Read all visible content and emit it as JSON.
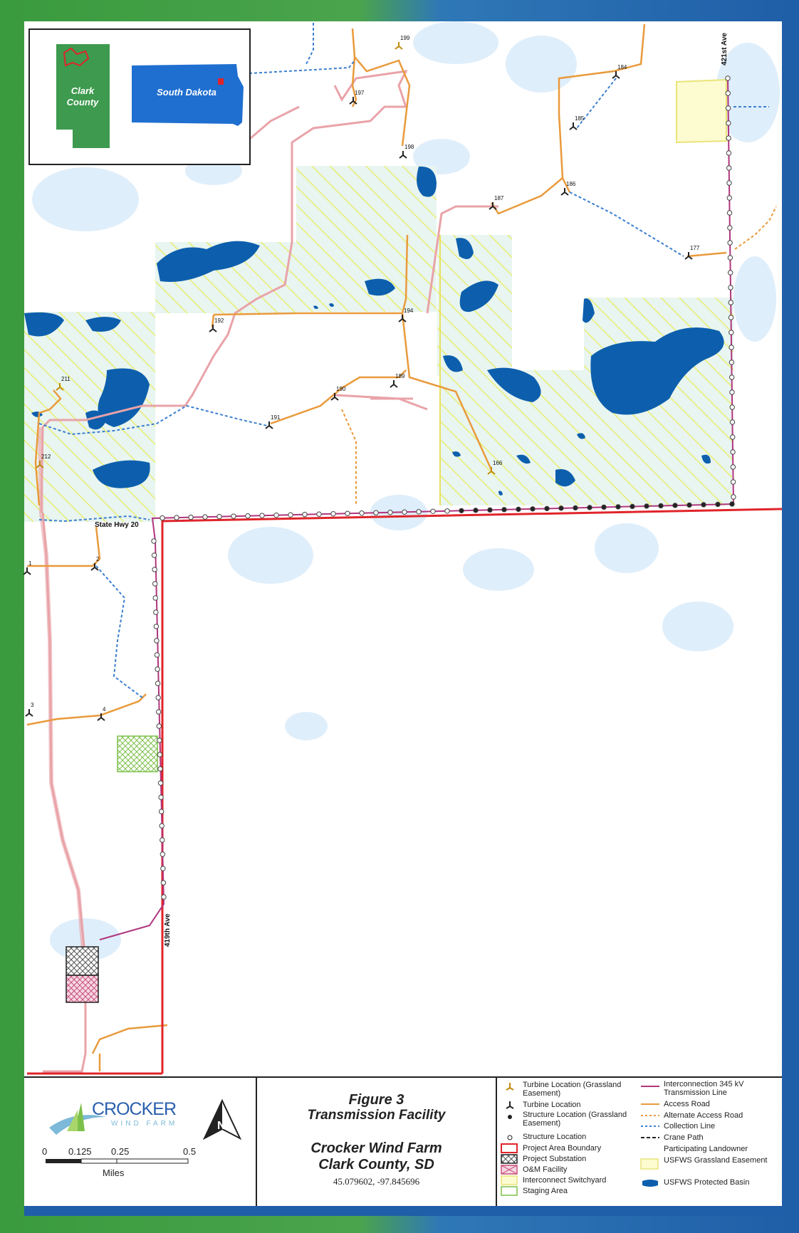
{
  "inset": {
    "county_label_1": "Clark",
    "county_label_2": "County",
    "state_label": "South Dakota"
  },
  "roads": {
    "hwy": "State Hwy 20",
    "ave_421": "421st Ave",
    "ave_419": "419th Ave"
  },
  "turbines": [
    {
      "id": "199",
      "type": "grassland"
    },
    {
      "id": "197",
      "type": "normal"
    },
    {
      "id": "198",
      "type": "normal"
    },
    {
      "id": "184",
      "type": "normal"
    },
    {
      "id": "185",
      "type": "normal"
    },
    {
      "id": "186",
      "type": "normal"
    },
    {
      "id": "187",
      "type": "normal"
    },
    {
      "id": "177",
      "type": "normal"
    },
    {
      "id": "192",
      "type": "normal"
    },
    {
      "id": "194",
      "type": "normal"
    },
    {
      "id": "190",
      "type": "normal"
    },
    {
      "id": "189",
      "type": "normal"
    },
    {
      "id": "191",
      "type": "normal"
    },
    {
      "id": "211",
      "type": "grassland"
    },
    {
      "id": "212",
      "type": "grassland"
    },
    {
      "id": "166",
      "type": "grassland"
    },
    {
      "id": "1",
      "type": "normal"
    },
    {
      "id": "2",
      "type": "normal"
    },
    {
      "id": "3",
      "type": "normal"
    },
    {
      "id": "4",
      "type": "normal"
    }
  ],
  "title_block": {
    "figure": "Figure 3",
    "title": "Transmission Facility",
    "project": "Crocker Wind Farm",
    "county": "Clark County, SD",
    "coords": "45.079602, -97.845696"
  },
  "logo": {
    "name": "CROCKER",
    "sub": "WIND FARM"
  },
  "scale": {
    "ticks": [
      "0",
      "0.125",
      "0.25",
      "0.5"
    ],
    "unit": "Miles"
  },
  "legend": [
    {
      "symbol": "turbine-grassland",
      "label": "Turbine Location (Grassland Easement)"
    },
    {
      "symbol": "turbine",
      "label": "Turbine Location"
    },
    {
      "symbol": "structure-grassland",
      "label": "Structure Location (Grassland Easement)"
    },
    {
      "symbol": "structure",
      "label": "Structure Location"
    },
    {
      "symbol": "project-boundary",
      "label": "Project Area Boundary"
    },
    {
      "symbol": "substation",
      "label": "Project Substation"
    },
    {
      "symbol": "om-facility",
      "label": "O&M Facility"
    },
    {
      "symbol": "switchyard",
      "label": "Interconnect Switchyard"
    },
    {
      "symbol": "staging",
      "label": "Staging Area"
    },
    {
      "symbol": "transmission",
      "label": "Interconnection 345 kV Transmission Line"
    },
    {
      "symbol": "access-road",
      "label": "Access Road"
    },
    {
      "symbol": "alt-access-road",
      "label": "Alternate Access Road"
    },
    {
      "symbol": "collection",
      "label": "Collection Line"
    },
    {
      "symbol": "crane-path",
      "label": "Crane Path"
    },
    {
      "symbol": "participating",
      "label": "Participating Landowner"
    },
    {
      "symbol": "usfws-grassland",
      "label": "USFWS Grassland Easement"
    },
    {
      "symbol": "usfws-basin",
      "label": "USFWS Protected Basin"
    }
  ],
  "colors": {
    "frame_left": "#3a9a3e",
    "frame_right": "#1f5ea8",
    "boundary": "#e0242a",
    "water": "#0d5fad",
    "access_road": "#e99a3c",
    "crane_path": "#e9a3a8",
    "collection": "#3b7fd0",
    "transmission": "#b0357e"
  }
}
